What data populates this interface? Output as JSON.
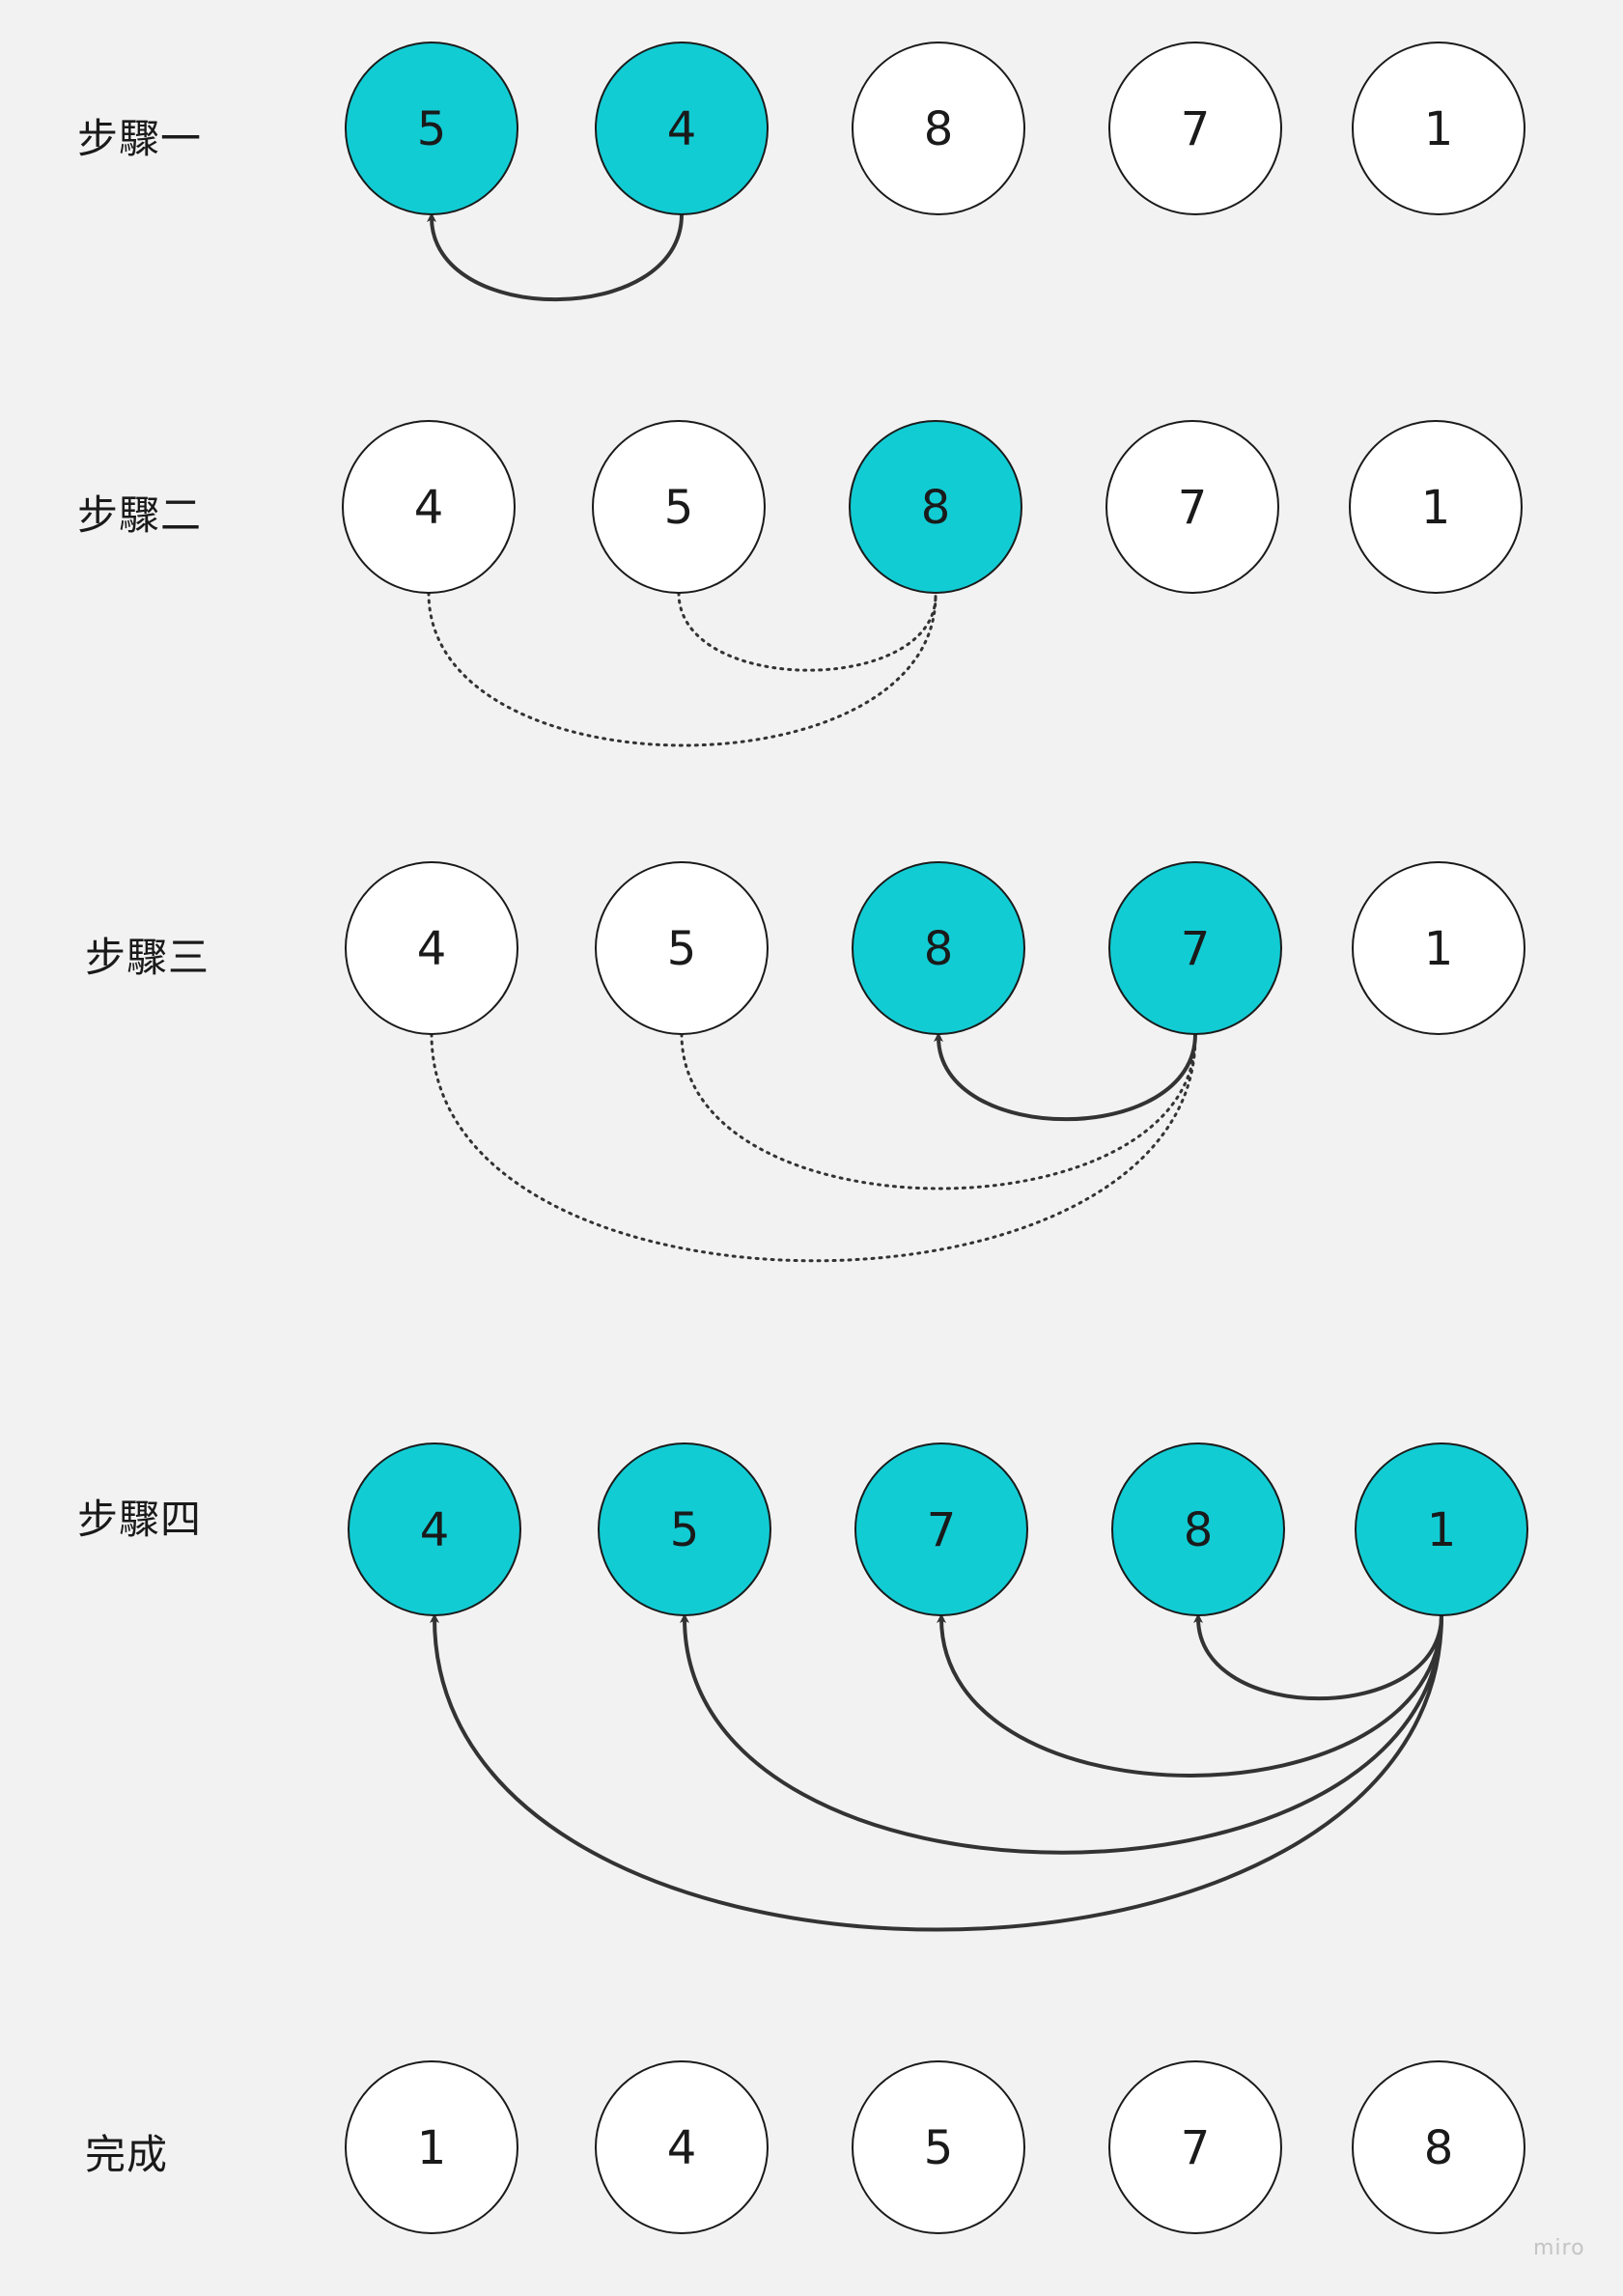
{
  "colors": {
    "background": "#f2f2f2",
    "highlight": "#12ccd4",
    "node_plain": "#ffffff",
    "node_stroke": "#1a1a1a",
    "arrow": "#333333"
  },
  "watermark": "miro",
  "steps": [
    {
      "label": "步驟一",
      "values": [
        "5",
        "4",
        "8",
        "7",
        "1"
      ],
      "highlighted": [
        true,
        true,
        false,
        false,
        false
      ]
    },
    {
      "label": "步驟二",
      "values": [
        "4",
        "5",
        "8",
        "7",
        "1"
      ],
      "highlighted": [
        false,
        false,
        true,
        false,
        false
      ]
    },
    {
      "label": "步驟三",
      "values": [
        "4",
        "5",
        "8",
        "7",
        "1"
      ],
      "highlighted": [
        false,
        false,
        true,
        true,
        false
      ]
    },
    {
      "label": "步驟四",
      "values": [
        "4",
        "5",
        "7",
        "8",
        "1"
      ],
      "highlighted": [
        true,
        true,
        true,
        true,
        true
      ]
    },
    {
      "label": "完成",
      "values": [
        "1",
        "4",
        "5",
        "7",
        "8"
      ],
      "highlighted": [
        false,
        false,
        false,
        false,
        false
      ]
    }
  ],
  "connections": [
    {
      "step": 0,
      "from": 1,
      "to": 0,
      "style": "arrow"
    },
    {
      "step": 1,
      "from": 0,
      "to": 2,
      "style": "dotted"
    },
    {
      "step": 1,
      "from": 1,
      "to": 2,
      "style": "dotted"
    },
    {
      "step": 2,
      "from": 3,
      "to": 2,
      "style": "arrow"
    },
    {
      "step": 2,
      "from": 0,
      "to": 3,
      "style": "dotted"
    },
    {
      "step": 2,
      "from": 1,
      "to": 3,
      "style": "dotted"
    },
    {
      "step": 3,
      "from": 4,
      "to": 3,
      "style": "arrow"
    },
    {
      "step": 3,
      "from": 4,
      "to": 2,
      "style": "arrow"
    },
    {
      "step": 3,
      "from": 4,
      "to": 1,
      "style": "arrow"
    },
    {
      "step": 3,
      "from": 4,
      "to": 0,
      "style": "arrow"
    }
  ]
}
